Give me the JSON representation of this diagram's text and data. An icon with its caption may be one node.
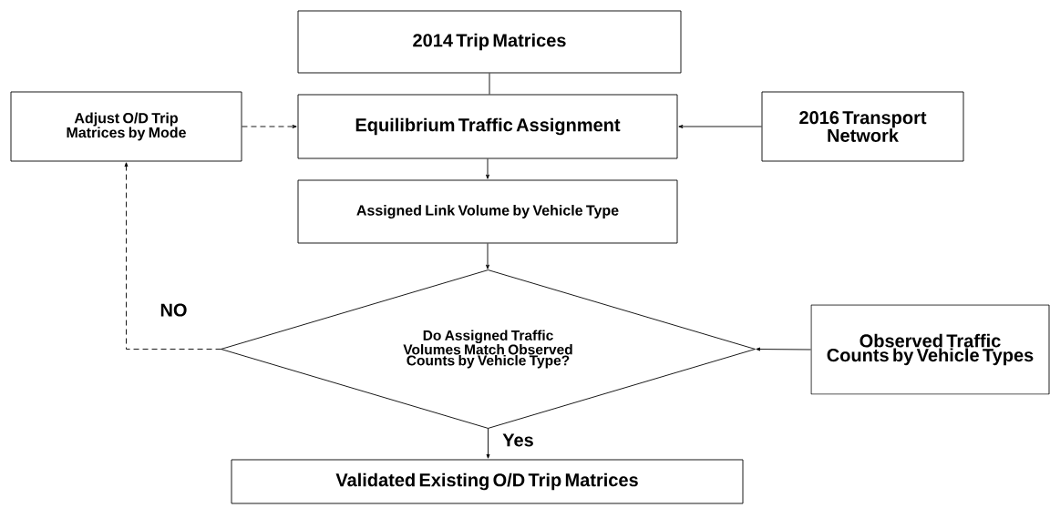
{
  "diagram": {
    "nodes": [
      {
        "text": [
          "2014 Trip Matrices"
        ]
      },
      {
        "text": [
          "Adjust O/D Trip Matrices by Mode"
        ]
      },
      {
        "text": [
          "Equilibrium Traffic Assignment"
        ]
      },
      {
        "text": [
          "2016 Transport Network"
        ]
      },
      {
        "text": [
          "Assigned Link Volume by Vehicle Type"
        ]
      },
      {
        "text": [
          "Do Assigned Traffic Volumes Match Observed Counts by Vehicle Type?"
        ]
      },
      {
        "text": [
          "Observed Traffic Counts by Vehicle Types"
        ]
      },
      {
        "text": [
          "Validated Existing O/D Trip Matrices"
        ]
      }
    ],
    "edges": [
      {
        "from": 0,
        "to": 2,
        "arrow": "none"
      },
      {
        "from": 1,
        "to": 2,
        "arrow": "to",
        "style": "dashed"
      },
      {
        "from": 3,
        "to": 2,
        "arrow": "to"
      },
      {
        "from": 2,
        "to": 4,
        "arrow": "to"
      },
      {
        "from": 4,
        "to": 5,
        "arrow": "to"
      },
      {
        "from": 6,
        "to": 5,
        "arrow": "to"
      },
      {
        "from": 5,
        "to": 1,
        "arrow": "to",
        "style": "dashed",
        "label": "NO"
      },
      {
        "from": 5,
        "to": 7,
        "arrow": "to",
        "label": "Yes"
      }
    ]
  }
}
